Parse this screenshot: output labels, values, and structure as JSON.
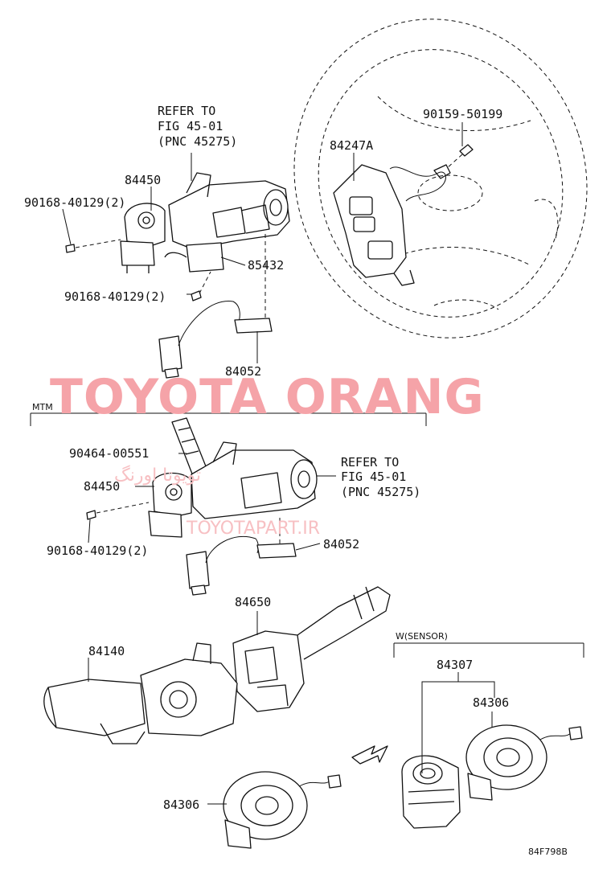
{
  "watermark": {
    "brand": "TOYOTA ORANG",
    "arabic": "تویوتا اورنگ",
    "site": "TOYOTAPART.IR"
  },
  "sections": {
    "mtm": "MTM",
    "w_sensor": "W(SENSOR)"
  },
  "refer_top": {
    "line1": "REFER TO",
    "line2": "FIG 45-01",
    "line3": "(PNC 45275)"
  },
  "refer_mid": {
    "line1": "REFER TO",
    "line2": "FIG 45-01",
    "line3": "(PNC 45275)"
  },
  "labels": {
    "p84450_top": "84450",
    "p90168_top1": "90168-40129(2)",
    "p85432": "85432",
    "p90168_top2": "90168-40129(2)",
    "p84052_top": "84052",
    "p84247A": "84247A",
    "p90159": "90159-50199",
    "p90464": "90464-00551",
    "p84450_mid": "84450",
    "p90168_mid": "90168-40129(2)",
    "p84052_mid": "84052",
    "p84650": "84650",
    "p84140": "84140",
    "p84307": "84307",
    "p84306_right": "84306",
    "p84306_left": "84306"
  },
  "figure_code": "84F798B"
}
